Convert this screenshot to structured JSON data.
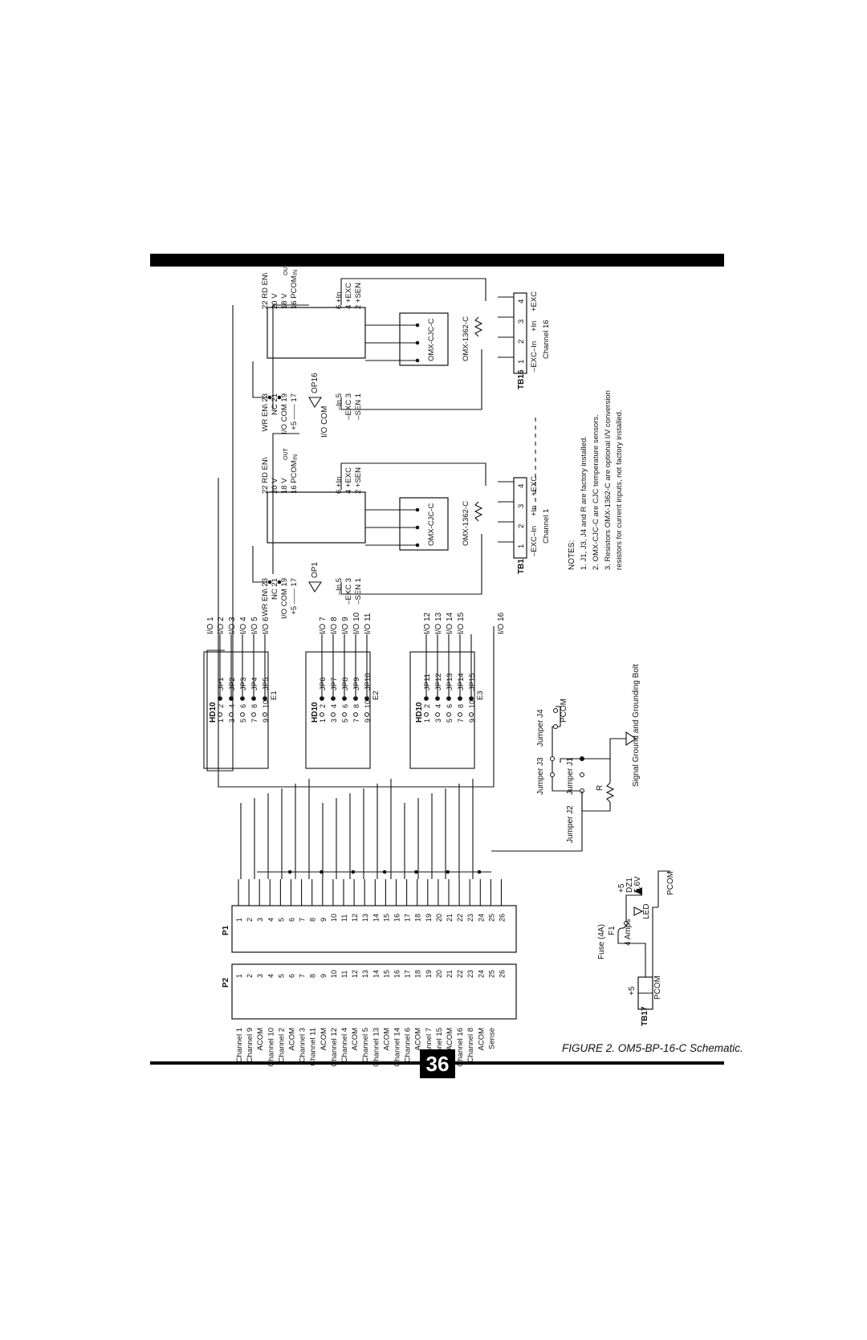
{
  "page": {
    "number": "36",
    "caption": "FIGURE 2. OM5-BP-16-C Schematic."
  },
  "schematic": {
    "p2": {
      "label": "P2",
      "signals": [
        "Channel  1",
        "Channel  9",
        "ACOM",
        "Channel  10",
        "Channel  2",
        "ACOM",
        "Channel  3",
        "Channel 11",
        "ACOM",
        "Channel  12",
        "Channel  4",
        "ACOM",
        "Channel  5",
        "Channel  13",
        "ACOM",
        "Channel  14",
        "Channel  6",
        "ACOM",
        "Channel  7",
        "Channel  15",
        "ACOM",
        "Channel  16",
        "Channel  8",
        "ACOM",
        "Sense"
      ]
    },
    "p1": {
      "label": "P1"
    },
    "pin_numbers": [
      "1",
      "2",
      "3",
      "4",
      "5",
      "6",
      "7",
      "8",
      "9",
      "10",
      "11",
      "12",
      "13",
      "14",
      "15",
      "16",
      "17",
      "18",
      "19",
      "20",
      "21",
      "22",
      "23",
      "24",
      "25",
      "26"
    ],
    "headers": [
      {
        "label": "HD10",
        "pins_odd": [
          "1",
          "3",
          "5",
          "7",
          "9"
        ],
        "pins_even": [
          "2",
          "4",
          "6",
          "8",
          "10"
        ],
        "jumpers": [
          "JP1",
          "JP2",
          "JP3",
          "JP4",
          "JP5"
        ],
        "bus": "E1",
        "io": [
          "I/O 2",
          "I/O 3",
          "I/O 4",
          "I/O 5",
          "I/O 6"
        ]
      },
      {
        "label": "HD10",
        "pins_odd": [
          "1",
          "3",
          "5",
          "7",
          "9"
        ],
        "pins_even": [
          "2",
          "4",
          "6",
          "8",
          "10"
        ],
        "jumpers": [
          "JP6",
          "JP7",
          "JP8",
          "JP9",
          "JP10"
        ],
        "bus": "E2",
        "io": [
          "I/O 7",
          "I/O 8",
          "I/O 9",
          "I/O 10",
          "I/O 11"
        ]
      },
      {
        "label": "HD10",
        "pins_odd": [
          "1",
          "3",
          "5",
          "7",
          "9"
        ],
        "pins_even": [
          "2",
          "4",
          "6",
          "8",
          "10"
        ],
        "jumpers": [
          "JP11",
          "JP12",
          "JP13",
          "JP14",
          "JP15"
        ],
        "bus": "E3",
        "io": [
          "I/O 12",
          "I/O 13",
          "I/O 14",
          "I/O 15"
        ]
      }
    ],
    "io_1": "I/O 1",
    "io_16": "I/O 16",
    "modules": [
      {
        "label": "OP1",
        "left_pins": [
          "WR EN\\  23",
          "NC  21",
          "I/O COM  19",
          "+5  ——  17"
        ],
        "right_pins": [
          "22   RD EN\\",
          "20   V",
          "18   V",
          "16   PCOM"
        ],
        "bottom_left": [
          "–In  5",
          "–EXC  3",
          "–SEN  1"
        ],
        "bottom_right": [
          "6  +In",
          "4  +EXC",
          "2  +SEN"
        ],
        "cjc": "OMX-CJC-C",
        "resistor": "OMX-1362-C",
        "terminal": "TB1",
        "terminal_pins": [
          "1",
          "2",
          "3",
          "4"
        ],
        "terminal_signals": [
          "–EXC",
          "–In",
          "+In",
          "+EXC"
        ],
        "channel": "Channel 1"
      },
      {
        "label": "OP16",
        "left_pins": [
          "WR EN\\  23",
          "NC  21",
          "I/O COM  19",
          "+5  ——  17"
        ],
        "right_pins": [
          "22   RD EN\\",
          "20   V",
          "18   V",
          "16   PCOM"
        ],
        "bottom_left": [
          "–In  5",
          "–EXC  3",
          "–SEN  1"
        ],
        "bottom_right": [
          "6  +In",
          "4  +EXC",
          "2  +SEN"
        ],
        "cjc": "OMX-CJC-C",
        "resistor": "OMX-1362-C",
        "terminal": "TB16",
        "terminal_pins": [
          "1",
          "2",
          "3",
          "4"
        ],
        "terminal_signals": [
          "–EXC",
          "–In",
          "+In",
          "+EXC"
        ],
        "channel": "Channel 16"
      }
    ],
    "io_com": "I/O COM",
    "vout_sub": "OUT",
    "vin_sub": "IN",
    "jumpers": {
      "j3": "Jumper\nJ3",
      "j4": "Jumper\nJ4",
      "j1": "Jumper\nJ1",
      "j2": "Jumper\nJ2",
      "r1": "R",
      "pcom": "PCOM",
      "ground": "Signal Ground\nand Grounding Bolt"
    },
    "power": {
      "fuse": "Fuse (4A)",
      "f1": "F1",
      "amps": "4 Amps",
      "plus5": "+5",
      "dz1": "DZ1",
      "zener": "5.6V",
      "led": "LED",
      "pcom": "PCOM",
      "tb17": "TB17",
      "tb17_plus": "+5",
      "tb17_pcom": "PCOM"
    },
    "notes": {
      "title": "NOTES:",
      "items": [
        "1. J1, J3, J4 and R  are factory installed.",
        "2. OMX-CJC-C  are CJC temperature sensors.",
        "3. Resistors OMX-1362-C are optional I/V conversion",
        "    resistors for current inputs, not factory installed."
      ]
    }
  }
}
